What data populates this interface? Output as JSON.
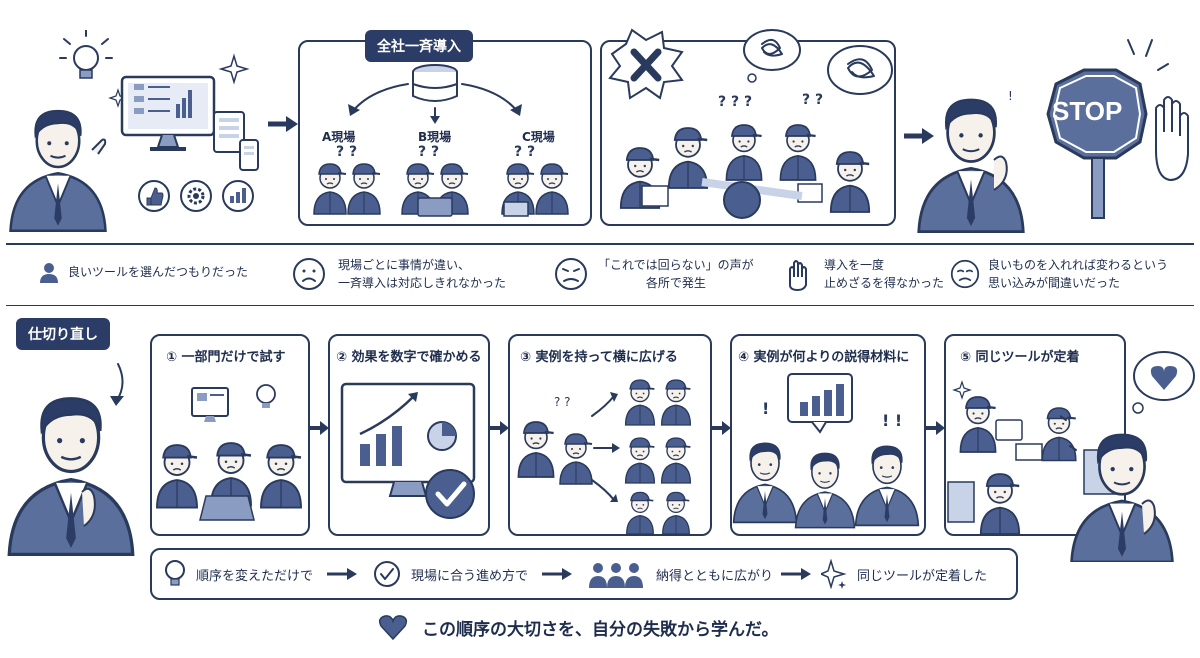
{
  "top_tag": "全社一斉導入",
  "sites": [
    "A現場",
    "B現場",
    "C現場"
  ],
  "stop_sign": "STOP",
  "issues": [
    {
      "icon": "person-icon",
      "text": "良いツールを選んだつもりだった"
    },
    {
      "icon": "sad-face-icon",
      "text": "現場ごとに事情が違い、\n一斉導入は対応しきれなかった"
    },
    {
      "icon": "frustrated-face-icon",
      "text": "「これでは回らない」の声が\n各所で発生"
    },
    {
      "icon": "hand-stop-icon",
      "text": "導入を一度\n止めざるを得なかった"
    },
    {
      "icon": "disappointed-face-icon",
      "text": "良いものを入れれば変わるという\n思い込みが間違いだった"
    }
  ],
  "restart_tag": "仕切り直し",
  "steps": [
    {
      "num": "①",
      "title": "一部門だけで試す"
    },
    {
      "num": "②",
      "title": "効果を数字で確かめる"
    },
    {
      "num": "③",
      "title": "実例を持って横に広げる"
    },
    {
      "num": "④",
      "title": "実例が何よりの説得材料に"
    },
    {
      "num": "⑤",
      "title": "同じツールが定着"
    }
  ],
  "flow": [
    {
      "icon": "lightbulb-icon",
      "text": "順序を変えただけで"
    },
    {
      "icon": "check-circle-icon",
      "text": "現場に合う進め方で"
    },
    {
      "icon": "group-icon",
      "text": "納得とともに広がり"
    },
    {
      "icon": "sparkle-icon",
      "text": "同じツールが定着した"
    }
  ],
  "lesson": "この順序の大切さを、自分の失敗から学んだ。",
  "colors": {
    "navy": "#2b3d66",
    "ink": "#2a3a5c",
    "pale": "#c9d3e8",
    "mid": "#8a9cc2"
  }
}
